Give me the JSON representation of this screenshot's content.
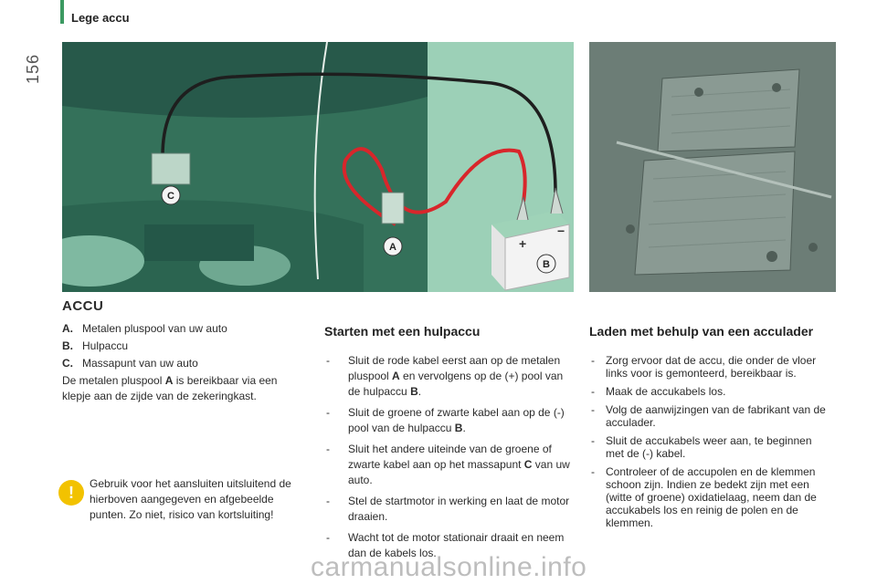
{
  "header": {
    "page_number": "156",
    "section_title": "Lege accu"
  },
  "figure1": {
    "labels": [
      "A",
      "B",
      "C"
    ],
    "battery_plus": "+",
    "battery_minus": "−"
  },
  "accu": {
    "title": "ACCU",
    "legend": [
      {
        "key": "A.",
        "text": "Metalen pluspool van uw auto"
      },
      {
        "key": "B.",
        "text": "Hulpaccu"
      },
      {
        "key": "C.",
        "text": "Massapunt van uw auto"
      }
    ],
    "paragraph_pre": "De metalen pluspool ",
    "paragraph_key": "A",
    "paragraph_post": " is bereikbaar via een klepje aan de zijde van de zekeringkast.",
    "warning_icon": "!",
    "warning": "Gebruik voor het aansluiten uitsluitend de hierboven aangegeven en afgebeelde punten. Zo niet, risico van kortsluiting!"
  },
  "starten": {
    "title": "Starten met een hulpaccu",
    "items": [
      {
        "pre": "Sluit de rode kabel eerst aan op de metalen pluspool ",
        "k1": "A",
        "mid": " en vervolgens op de (+) pool van de hulpaccu ",
        "k2": "B",
        "post": "."
      },
      {
        "pre": "Sluit de groene of zwarte kabel aan op de (-) pool van de hulpaccu ",
        "k1": "B",
        "post": "."
      },
      {
        "pre": "Sluit het andere uiteinde van de groene of zwarte kabel aan op het massapunt ",
        "k1": "C",
        "post": " van uw auto."
      },
      {
        "text": "Stel de startmotor in werking en laat de motor draaien."
      },
      {
        "text": "Wacht tot de motor stationair draait en neem dan de kabels los."
      }
    ]
  },
  "laden": {
    "title": "Laden met behulp van een acculader",
    "items": [
      "Zorg ervoor dat de accu, die onder de vloer links voor is gemonteerd, bereikbaar is.",
      "Maak de accukabels los.",
      "Volg de aanwijzingen van de fabrikant van de acculader.",
      "Sluit de accukabels weer aan, te beginnen met de (-) kabel.",
      "Controleer of de accupolen en de klemmen schoon zijn. Indien ze bedekt zijn met een (witte of groene) oxidatielaag, neem dan de accukabels los en reinig de polen en de klemmen."
    ]
  },
  "watermark": "carmanualsonline.info",
  "colors": {
    "accent_green": "#3c9a62",
    "warning_yellow": "#f2c200",
    "red_cable": "#d8262b",
    "black_cable": "#222222"
  }
}
